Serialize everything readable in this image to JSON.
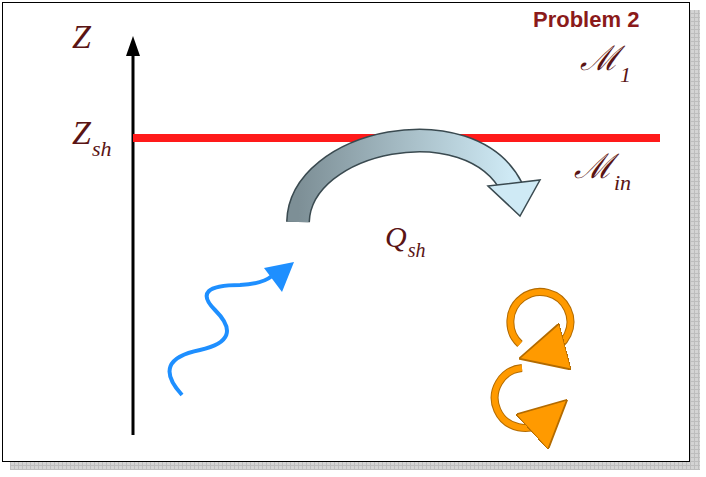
{
  "diagram": {
    "title": "Problem 2",
    "labels": [
      "Z",
      "Z",
      "sh",
      "ℳ",
      "1",
      "ℳ",
      "in",
      "Q",
      "sh"
    ]
  }
}
